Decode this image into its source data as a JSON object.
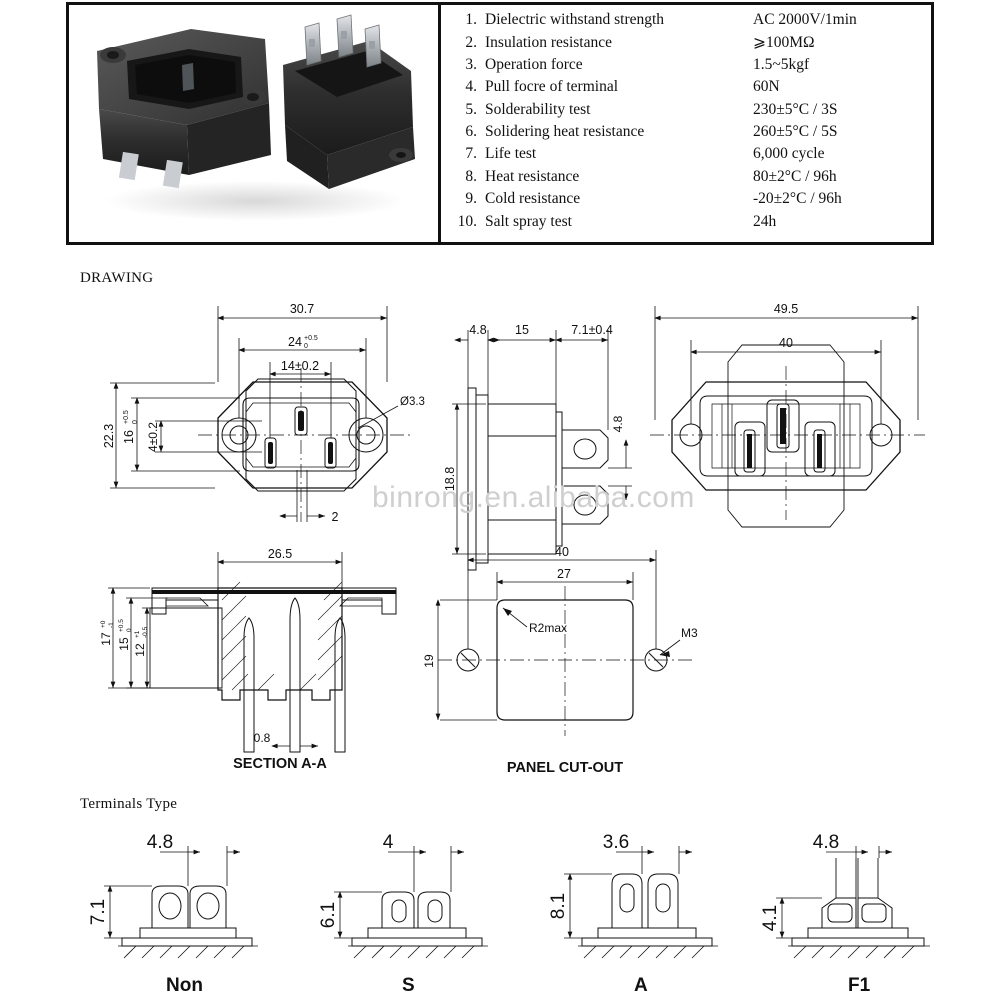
{
  "document": {
    "watermark": "binrong.en.alibaba.com",
    "drawing_heading": "DRAWING",
    "terminals_heading": "Terminals Type"
  },
  "photo": {
    "alt": "Two black IEC C14 panel-mount power inlet sockets",
    "body_color": "#2e2e2e",
    "pin_color": "#b9bcc0"
  },
  "specs": {
    "rows": [
      {
        "num": "1.",
        "name": "Dielectric withstand strength",
        "value": "AC 2000V/1min"
      },
      {
        "num": "2.",
        "name": "Insulation resistance",
        "value": "⩾100MΩ"
      },
      {
        "num": "3.",
        "name": "Operation force",
        "value": "1.5~5kgf"
      },
      {
        "num": "4.",
        "name": "Pull focre of terminal",
        "value": "60N"
      },
      {
        "num": "5.",
        "name": "Solderability test",
        "value": "230±5°C / 3S"
      },
      {
        "num": "6.",
        "name": "Solidering heat resistance",
        "value": "260±5°C / 5S"
      },
      {
        "num": "7.",
        "name": "Life test",
        "value": "6,000 cycle"
      },
      {
        "num": "8.",
        "name": "Heat resistance",
        "value": "80±2°C / 96h"
      },
      {
        "num": "9.",
        "name": "Cold resistance",
        "value": "-20±2°C / 96h"
      },
      {
        "num": "10.",
        "name": "Salt spray test",
        "value": "24h"
      }
    ]
  },
  "views": {
    "front": {
      "dims": {
        "overall_width": "30.7",
        "mount_span": "24",
        "mount_span_tol_up": "+0.5",
        "mount_span_tol_dn": "0",
        "pin_span": "14±0.2",
        "overall_height": "22.3",
        "inner_height": "16",
        "inner_height_tol_up": "+0.5",
        "inner_height_tol_dn": "0",
        "pin_offset": "4±0.2",
        "pin_width": "2",
        "hole_dia": "Ø3.3"
      }
    },
    "side": {
      "dims": {
        "flange": "4.8",
        "body_len": "15",
        "tab_len": "7.1±0.4",
        "tab_pitch": "4.8",
        "height": "18.8"
      }
    },
    "rear": {
      "dims": {
        "overall": "49.5",
        "inner": "40"
      }
    },
    "section": {
      "title": "SECTION A-A",
      "dims": {
        "depth": "26.5",
        "h1": "17",
        "h1_tol_up": "+0",
        "h1_tol_dn": "-1",
        "h2": "15",
        "h2_tol_up": "+0.5",
        "h2_tol_dn": "0",
        "h3": "12",
        "h3_tol_up": "+1",
        "h3_tol_dn": "-0.5",
        "pin_thickness": "0.8"
      }
    },
    "cutout": {
      "title": "PANEL CUT-OUT",
      "dims": {
        "hole_span": "40",
        "window_width": "27",
        "window_height": "19",
        "radius": "R2max",
        "screw": "M3"
      }
    }
  },
  "terminals": [
    {
      "label": "Non",
      "width": "4.8",
      "height": "7.1"
    },
    {
      "label": "S",
      "width": "4",
      "height": "6.1"
    },
    {
      "label": "A",
      "width": "3.6",
      "height": "8.1"
    },
    {
      "label": "F1",
      "width": "4.8",
      "height": "4.1"
    }
  ]
}
